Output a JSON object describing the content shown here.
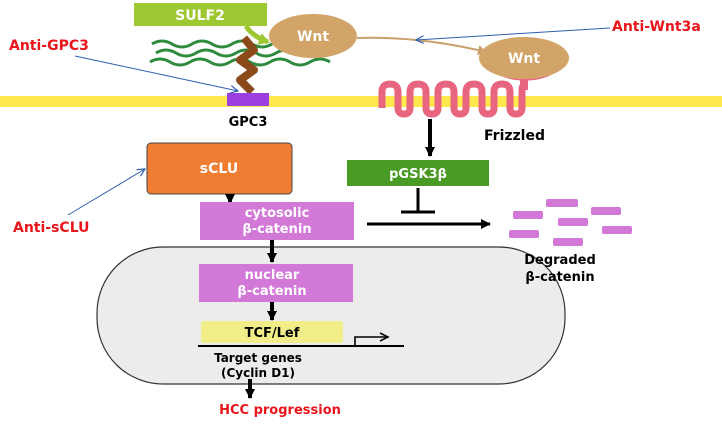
{
  "labels": {
    "sulf2": "SULF2",
    "wnt_free": "Wnt",
    "wnt_bound": "Wnt",
    "anti_gpc3": "Anti-GPC3",
    "anti_wnt3a": "Anti-Wnt3a",
    "anti_sclu": "Anti-sCLU",
    "gpc3": "GPC3",
    "frizzled": "Frizzled",
    "sclu": "sCLU",
    "pgsk3b": "pGSK3β",
    "cytosolic_line1": "cytosolic",
    "cytosolic_line2": "β-catenin",
    "nuclear_line1": "nuclear",
    "nuclear_line2": "β-catenin",
    "tcf_lef": "TCF/Lef",
    "target_genes_line1": "Target genes",
    "target_genes_line2": "(Cyclin D1)",
    "degraded_line1": "Degraded",
    "degraded_line2": "β-catenin",
    "hcc_progression": "HCC progression"
  },
  "colors": {
    "membrane": "#ffe94f",
    "sulf2": "#9dc832",
    "wnt": "#d3a468",
    "heparan_chains": "#2e8b3e",
    "core_protein": "#8a4a1a",
    "gpc3": "#9b3fe0",
    "frizzled": "#e8657f",
    "sclu": "#ef7e33",
    "pgsk3b": "#4a9a26",
    "beta_catenin": "#d279d8",
    "tcf_lef": "#f1ee8a",
    "nucleus": "#ececec",
    "inhibitor_text": "#e8151b",
    "inhibitor_arrow": "#2f5fae",
    "arrow": "#000000"
  }
}
